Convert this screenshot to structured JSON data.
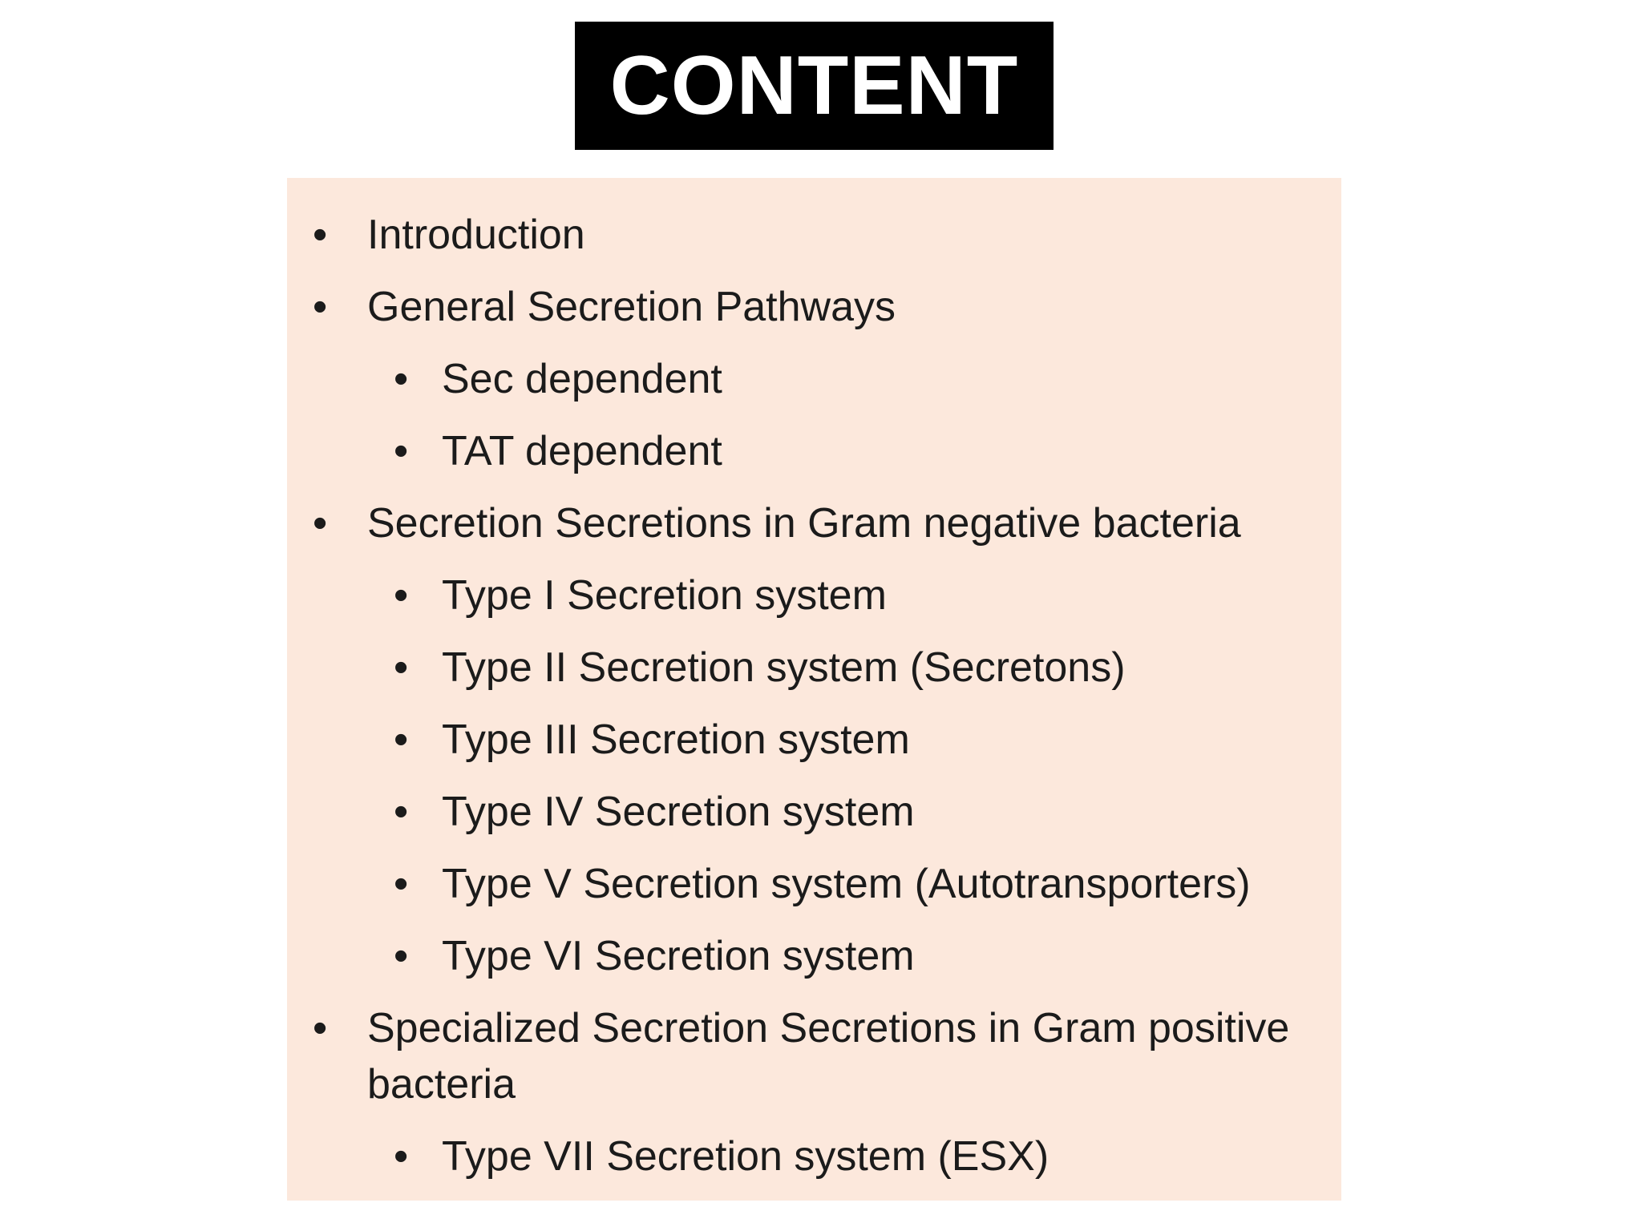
{
  "title": "CONTENT",
  "colors": {
    "page_bg": "#ffffff",
    "title_bg": "#000000",
    "title_text": "#ffffff",
    "content_bg": "#fce8dc",
    "body_text": "#1b1b1b"
  },
  "content": {
    "bullet_char": "•",
    "items": [
      {
        "level": 1,
        "text": "Introduction"
      },
      {
        "level": 1,
        "text": "General Secretion Pathways"
      },
      {
        "level": 2,
        "text": "Sec dependent"
      },
      {
        "level": 2,
        "text": "TAT dependent"
      },
      {
        "level": 1,
        "text": "Secretion Secretions in Gram negative bacteria"
      },
      {
        "level": 2,
        "text": "Type I Secretion system"
      },
      {
        "level": 2,
        "text": "Type II Secretion system (Secretons)"
      },
      {
        "level": 2,
        "text": "Type III Secretion system"
      },
      {
        "level": 2,
        "text": "Type IV Secretion system"
      },
      {
        "level": 2,
        "text": "Type V Secretion system (Autotransporters)"
      },
      {
        "level": 2,
        "text": "Type VI Secretion system"
      },
      {
        "level": 1,
        "text": "Specialized Secretion Secretions in Gram positive bacteria"
      },
      {
        "level": 2,
        "text": "Type VII Secretion system (ESX)"
      }
    ]
  }
}
